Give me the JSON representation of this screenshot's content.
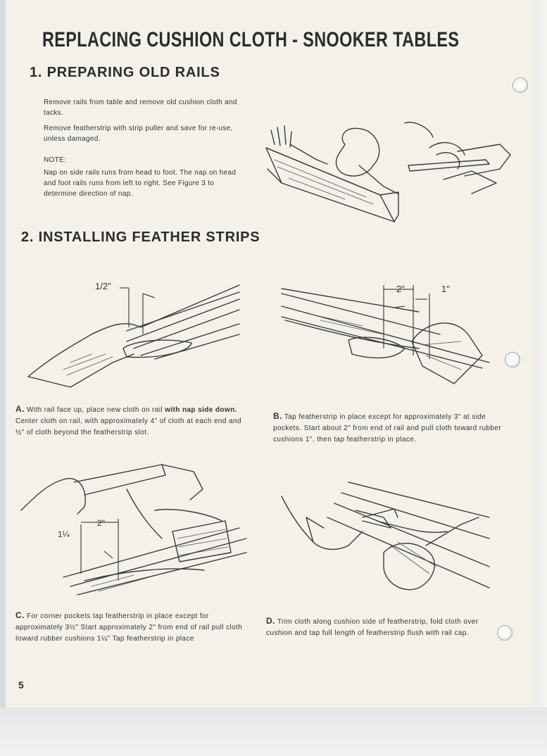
{
  "title": "REPLACING CUSHION CLOTH - SNOOKER TABLES",
  "section1": {
    "heading": "1. PREPARING OLD RAILS",
    "p1": "Remove rails from table and remove old cushion cloth and tacks.",
    "p2": "Remove featherstrip with strip puller and save for re-use, unless damaged.",
    "note_label": "NOTE:",
    "note": "Nap on side rails runs from head to foot. The nap on head and foot rails runs from left to right. See Figure 3 to determine direction of nap."
  },
  "section2": {
    "heading": "2. INSTALLING FEATHER STRIPS"
  },
  "figA": {
    "dim1": "1/2\"",
    "letter": "A.",
    "text_pre": "With rail face up, place new cloth on rail ",
    "text_bold": "with nap side down.",
    "text_post": " Center cloth on rail, with approximately 4\" of cloth at each end and ½\" of cloth beyond the featherstrip slot."
  },
  "figB": {
    "dim1": "2\"",
    "dim2": "1\"",
    "letter": "B.",
    "text": "Tap featherstrip in place except for approximately 3\" at side pockets. Start about 2\" from end of rail and pull cloth toward rubber cushions 1\", then tap featherstrip in place."
  },
  "figC": {
    "dim1": "2\"",
    "dim2": "1¼",
    "letter": "C.",
    "text": "For corner pockets tap featherstrip in place except for approximately 3½\" Start approximately 2\" from end of rail pull cloth toward rubber cushions 1¼\" Tap featherstrip in place"
  },
  "figD": {
    "letter": "D.",
    "text": "Trim cloth along cushion side of featherstrip, fold cloth over cushion and tap full length of featherstrip flush with rail cap."
  },
  "page_number": "5"
}
